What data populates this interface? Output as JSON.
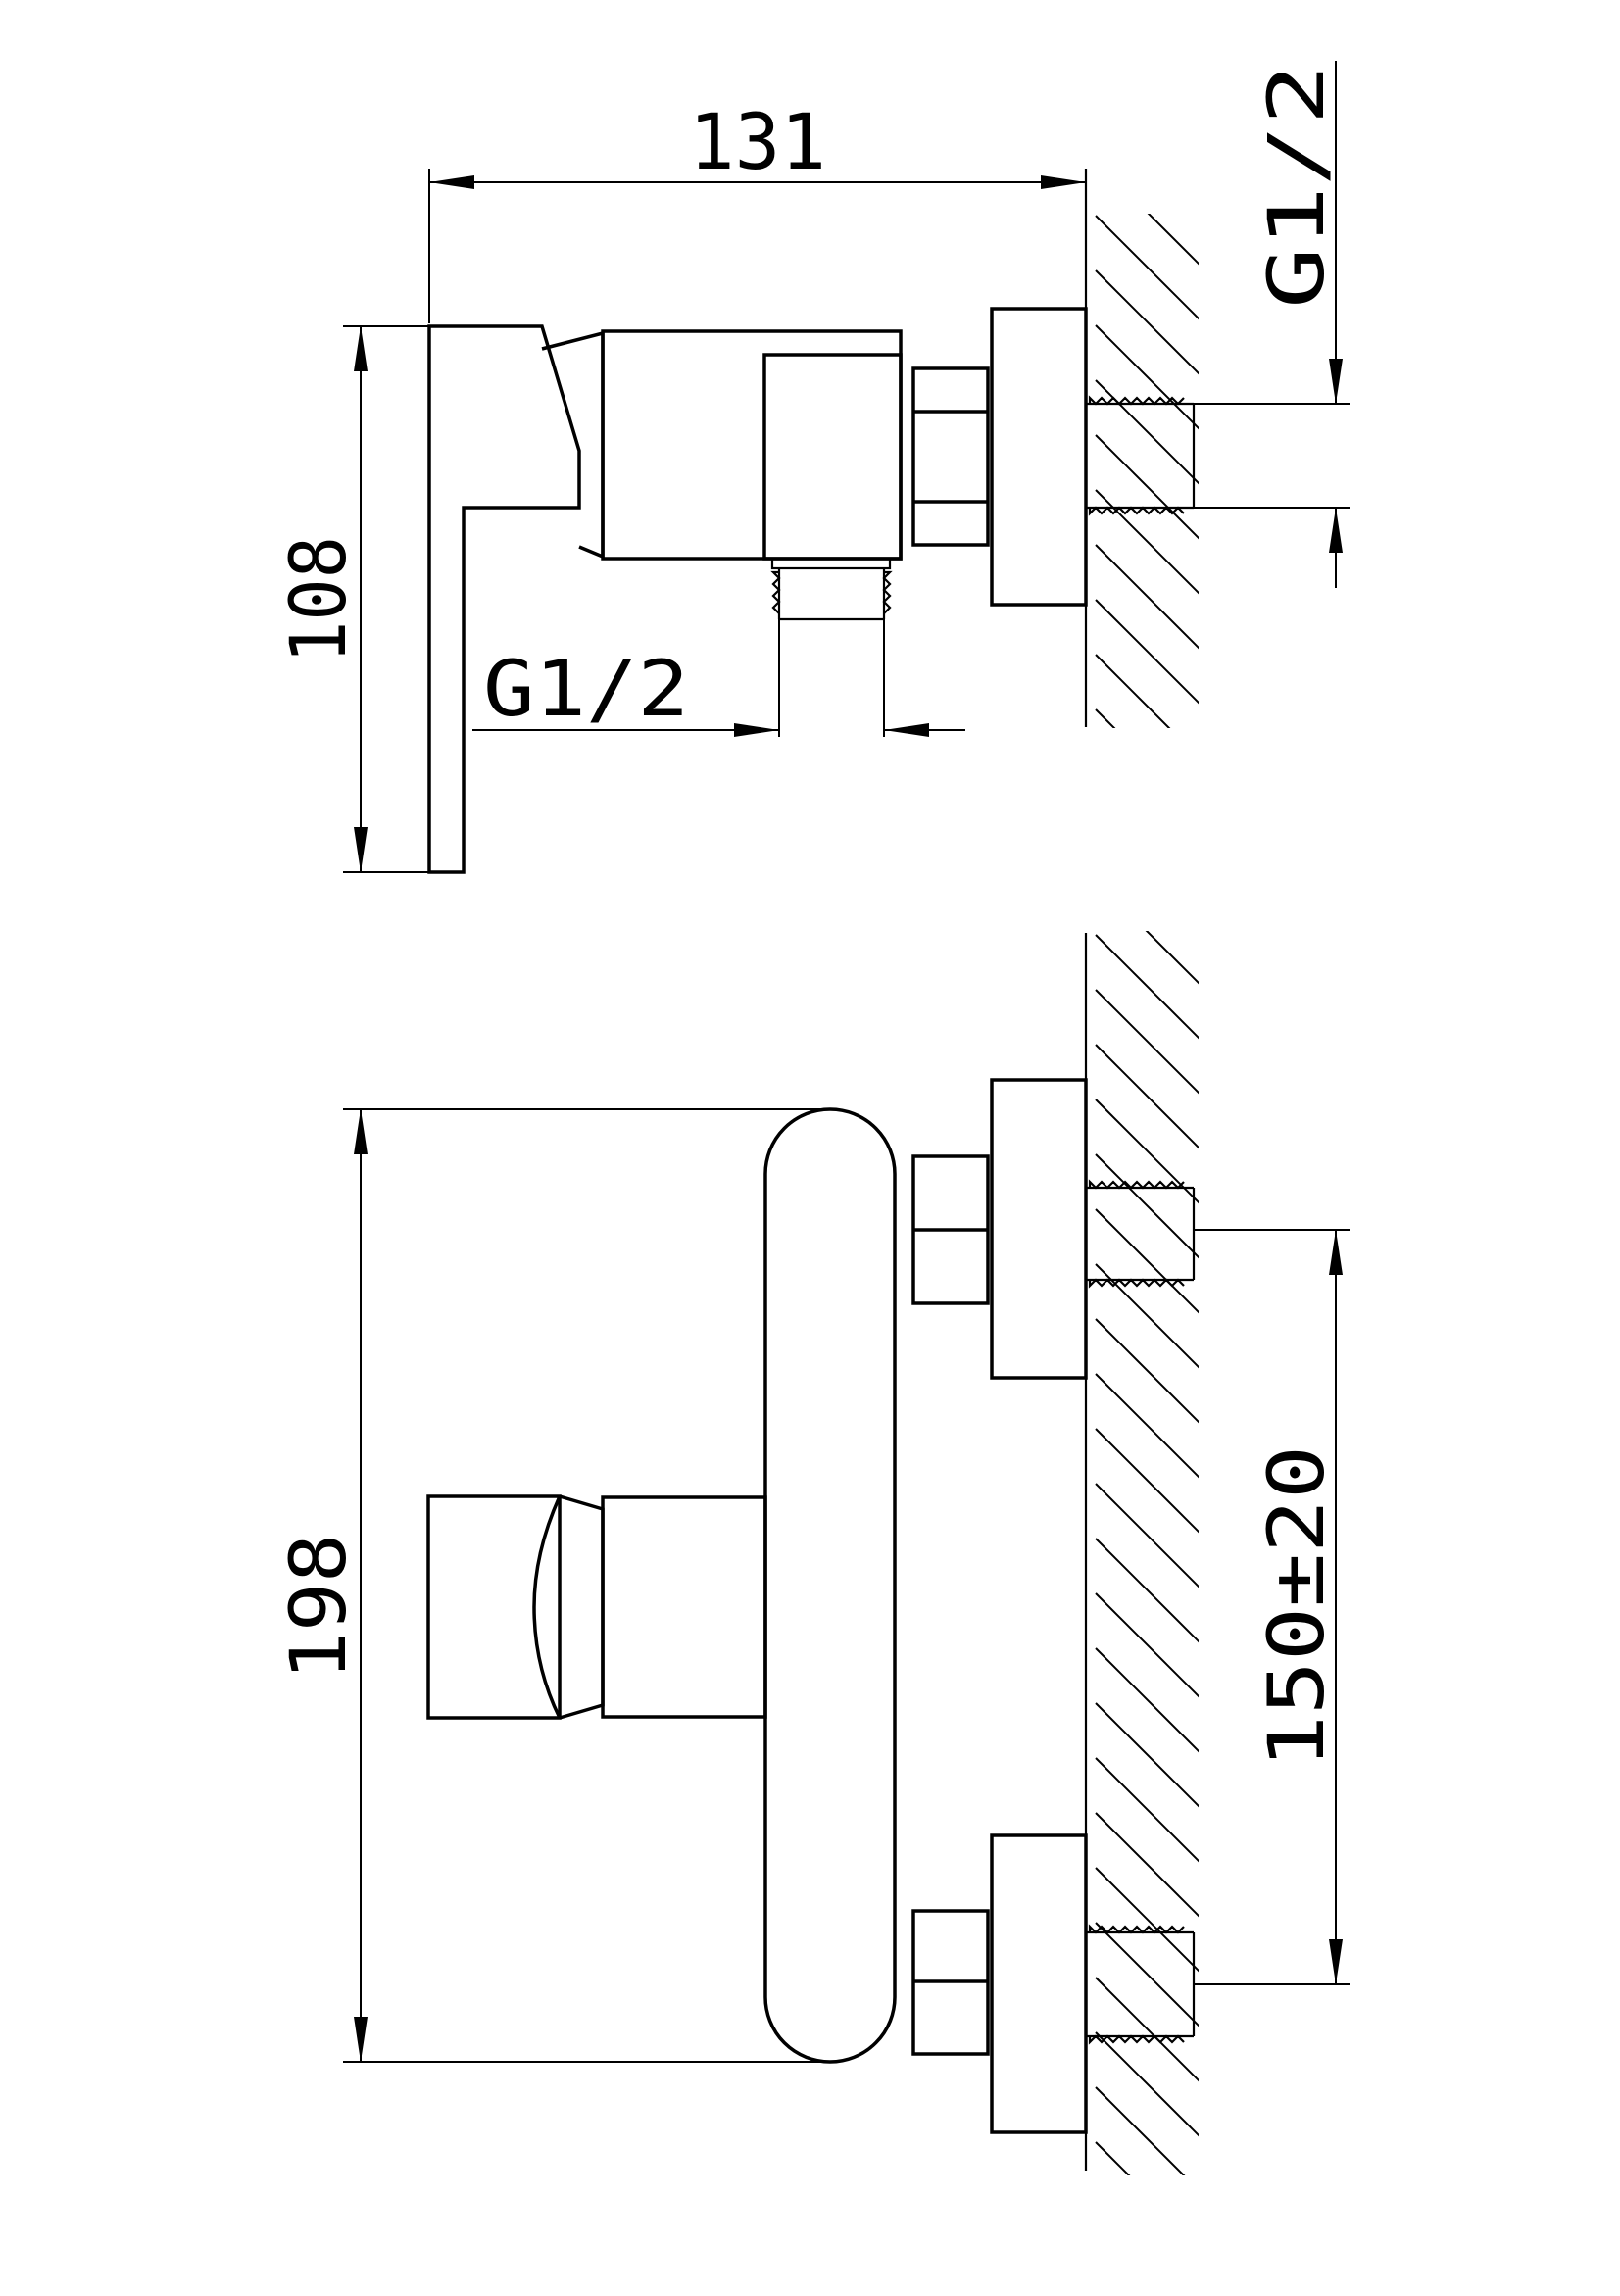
{
  "dimensions": {
    "overall_width": "131",
    "side_height": "108",
    "outlet_thread": "G1/2",
    "inlet_thread": "G1/2",
    "front_height": "198",
    "inlet_spacing": "150±20"
  }
}
